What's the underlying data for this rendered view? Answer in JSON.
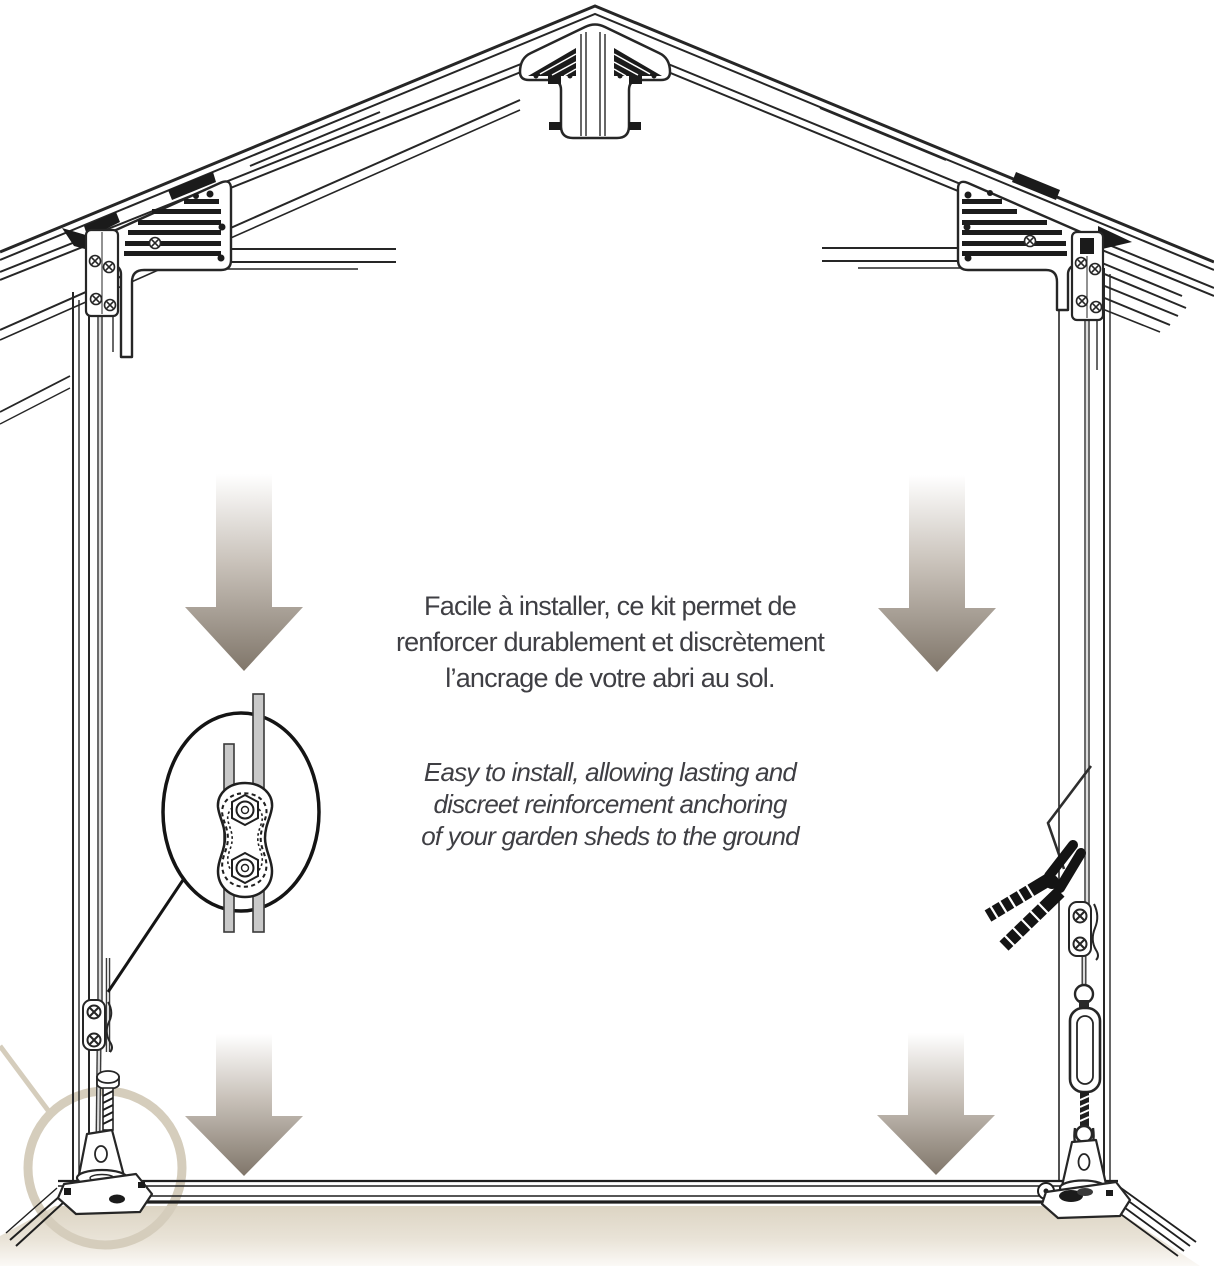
{
  "diagram": {
    "captions": {
      "fr": [
        "Facile à installer, ce kit permet de",
        "renforcer durablement et discrètement",
        "l’ancrage de votre abri au sol."
      ],
      "en": [
        "Easy to install, allowing lasting and",
        "discreet reinforcement anchoring",
        "of your garden sheds to the ground"
      ]
    },
    "colors": {
      "line": "#262626",
      "text": "#3f3f44",
      "arrow_top": "#ffffff",
      "arrow_mid": "#c9c2ba",
      "arrow_bottom": "#80766a",
      "floor_top": "#dcd4c3",
      "floor_mid": "#e9e3d7",
      "floor_bottom": "#fbf9f6",
      "highlight_ring": "#d5cdbc"
    }
  }
}
